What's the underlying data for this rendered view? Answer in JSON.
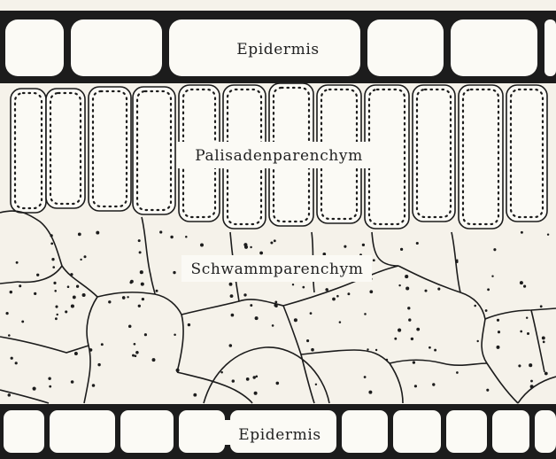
{
  "labels": {
    "epidermis_top": "Epidermis",
    "palisade": "Palisadenparenchym",
    "spongy": "Schwammparenchym",
    "epidermis_bottom": "Epidermis"
  },
  "colors": {
    "paper": "#f5f2ea",
    "ink": "#1c1c1c",
    "cell_fill": "#fbfaf5"
  }
}
